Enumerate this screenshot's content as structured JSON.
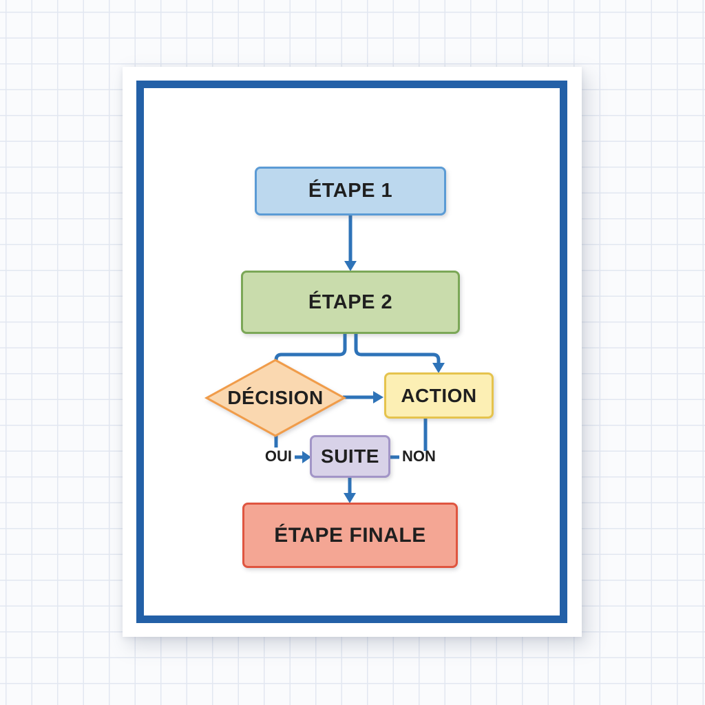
{
  "flowchart": {
    "connector_color": "#2E73B8",
    "frame_color": "#2360A7",
    "nodes": [
      {
        "id": "etape-1",
        "label": "ÉTAPE 1",
        "shape": "rectangle",
        "fill": "#BCD8EE",
        "border": "#5B9BD5"
      },
      {
        "id": "etape-2",
        "label": "ÉTAPE 2",
        "shape": "rectangle",
        "fill": "#C9DCAC",
        "border": "#7BA757"
      },
      {
        "id": "decision",
        "label": "DÉCISION",
        "shape": "diamond",
        "fill": "#FAD8B0",
        "border": "#F09C4A"
      },
      {
        "id": "action",
        "label": "ACTION",
        "shape": "rectangle",
        "fill": "#FCEFB4",
        "border": "#E5C34D"
      },
      {
        "id": "suite",
        "label": "SUITE",
        "shape": "rectangle",
        "fill": "#D8D2E8",
        "border": "#A295C7"
      },
      {
        "id": "etape-finale",
        "label": "ÉTAPE FINALE",
        "shape": "rectangle",
        "fill": "#F4A694",
        "border": "#DF5540"
      }
    ],
    "edge_labels": [
      {
        "id": "oui",
        "label": "OUI"
      },
      {
        "id": "non",
        "label": "NON"
      }
    ],
    "edges": [
      {
        "from": "etape-1",
        "to": "etape-2",
        "type": "arrow"
      },
      {
        "from": "etape-2",
        "to": "decision",
        "type": "elbow-line"
      },
      {
        "from": "etape-2",
        "to": "action",
        "type": "elbow-arrow"
      },
      {
        "from": "decision",
        "to": "action",
        "type": "arrow"
      },
      {
        "from": "decision",
        "to": "suite",
        "via": "OUI",
        "type": "arrow"
      },
      {
        "from": "action",
        "to": "suite",
        "via": "NON",
        "type": "line"
      },
      {
        "from": "suite",
        "to": "etape-finale",
        "type": "arrow"
      }
    ]
  }
}
